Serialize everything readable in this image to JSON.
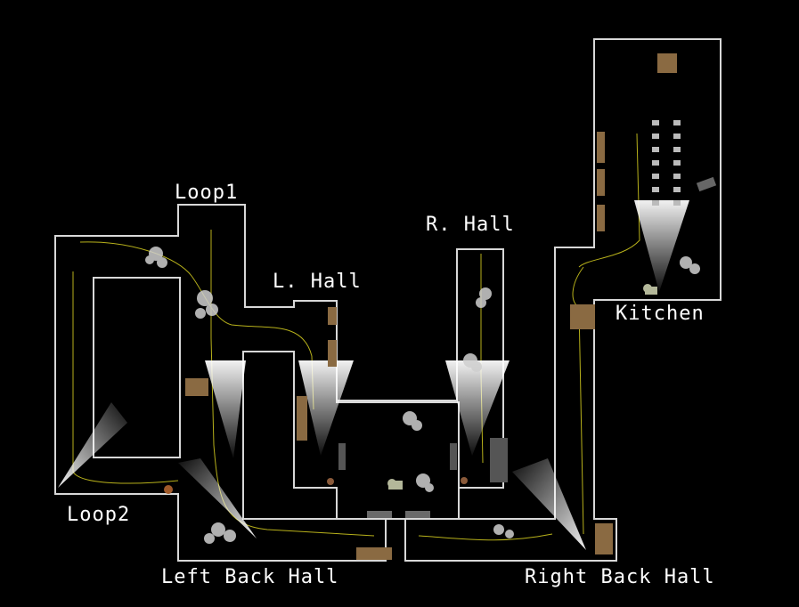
{
  "map": {
    "background": "#000000",
    "wall_color": "#d8d8d8",
    "path_color": "#d8d020",
    "cone_color": "#ffffff",
    "rooms": {
      "loop1": "Loop1",
      "loop2": "Loop2",
      "l_hall": "L. Hall",
      "r_hall": "R. Hall",
      "kitchen": "Kitchen",
      "left_back_hall": "Left Back Hall",
      "right_back_hall": "Right Back Hall"
    },
    "icons": [
      "camera-icon",
      "animatronic-icon",
      "table-icon",
      "door-icon"
    ]
  }
}
